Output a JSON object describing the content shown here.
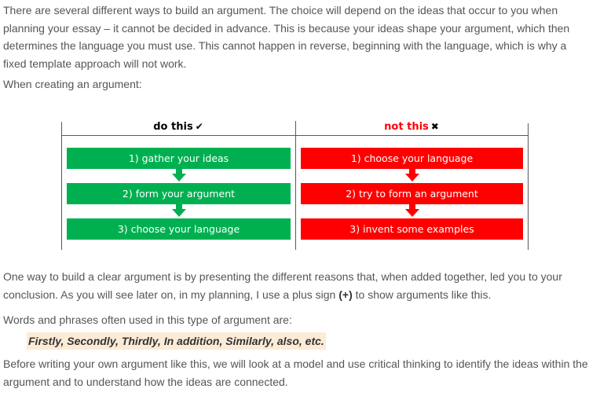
{
  "intro": {
    "paragraph": "There are several different ways to build an argument. The choice will depend on the ideas that occur to you when planning your essay – it cannot be decided in advance. This is because your ideas shape your argument, which then determines the language you must use. This cannot happen in reverse, beginning with the language, which is why a fixed template approach will not work.",
    "lead_in": "When creating an argument:"
  },
  "comparison": {
    "good": {
      "header": "do this",
      "mark": "✔",
      "color": "#00b050",
      "steps": [
        "1) gather your ideas",
        "2) form your argument",
        "3) choose your language"
      ]
    },
    "bad": {
      "header": "not this",
      "mark": "✖",
      "color": "#ff0000",
      "steps": [
        "1) choose your language",
        "2) try to form an argument",
        "3) invent some examples"
      ]
    }
  },
  "body": {
    "paragraph_before": "One way to build a clear argument is by presenting the different reasons that, when added together, led you to your conclusion. As you will see later on, in my planning, I use a plus sign ",
    "plus_sign": "(+)",
    "paragraph_after": " to show arguments like this.",
    "phrases_intro": "Words and phrases often used in this type of argument are:",
    "phrases": "Firstly, Secondly, Thirdly, In addition, Similarly, also, etc.",
    "closing": "Before writing your own argument like this, we will look at a model and use critical thinking to identify the ideas within the argument and to understand how the ideas are connected."
  },
  "colors": {
    "text": "#555555",
    "highlight_bg": "#fcebd6",
    "green": "#00b050",
    "red": "#ff0000",
    "rule": "#595959"
  }
}
